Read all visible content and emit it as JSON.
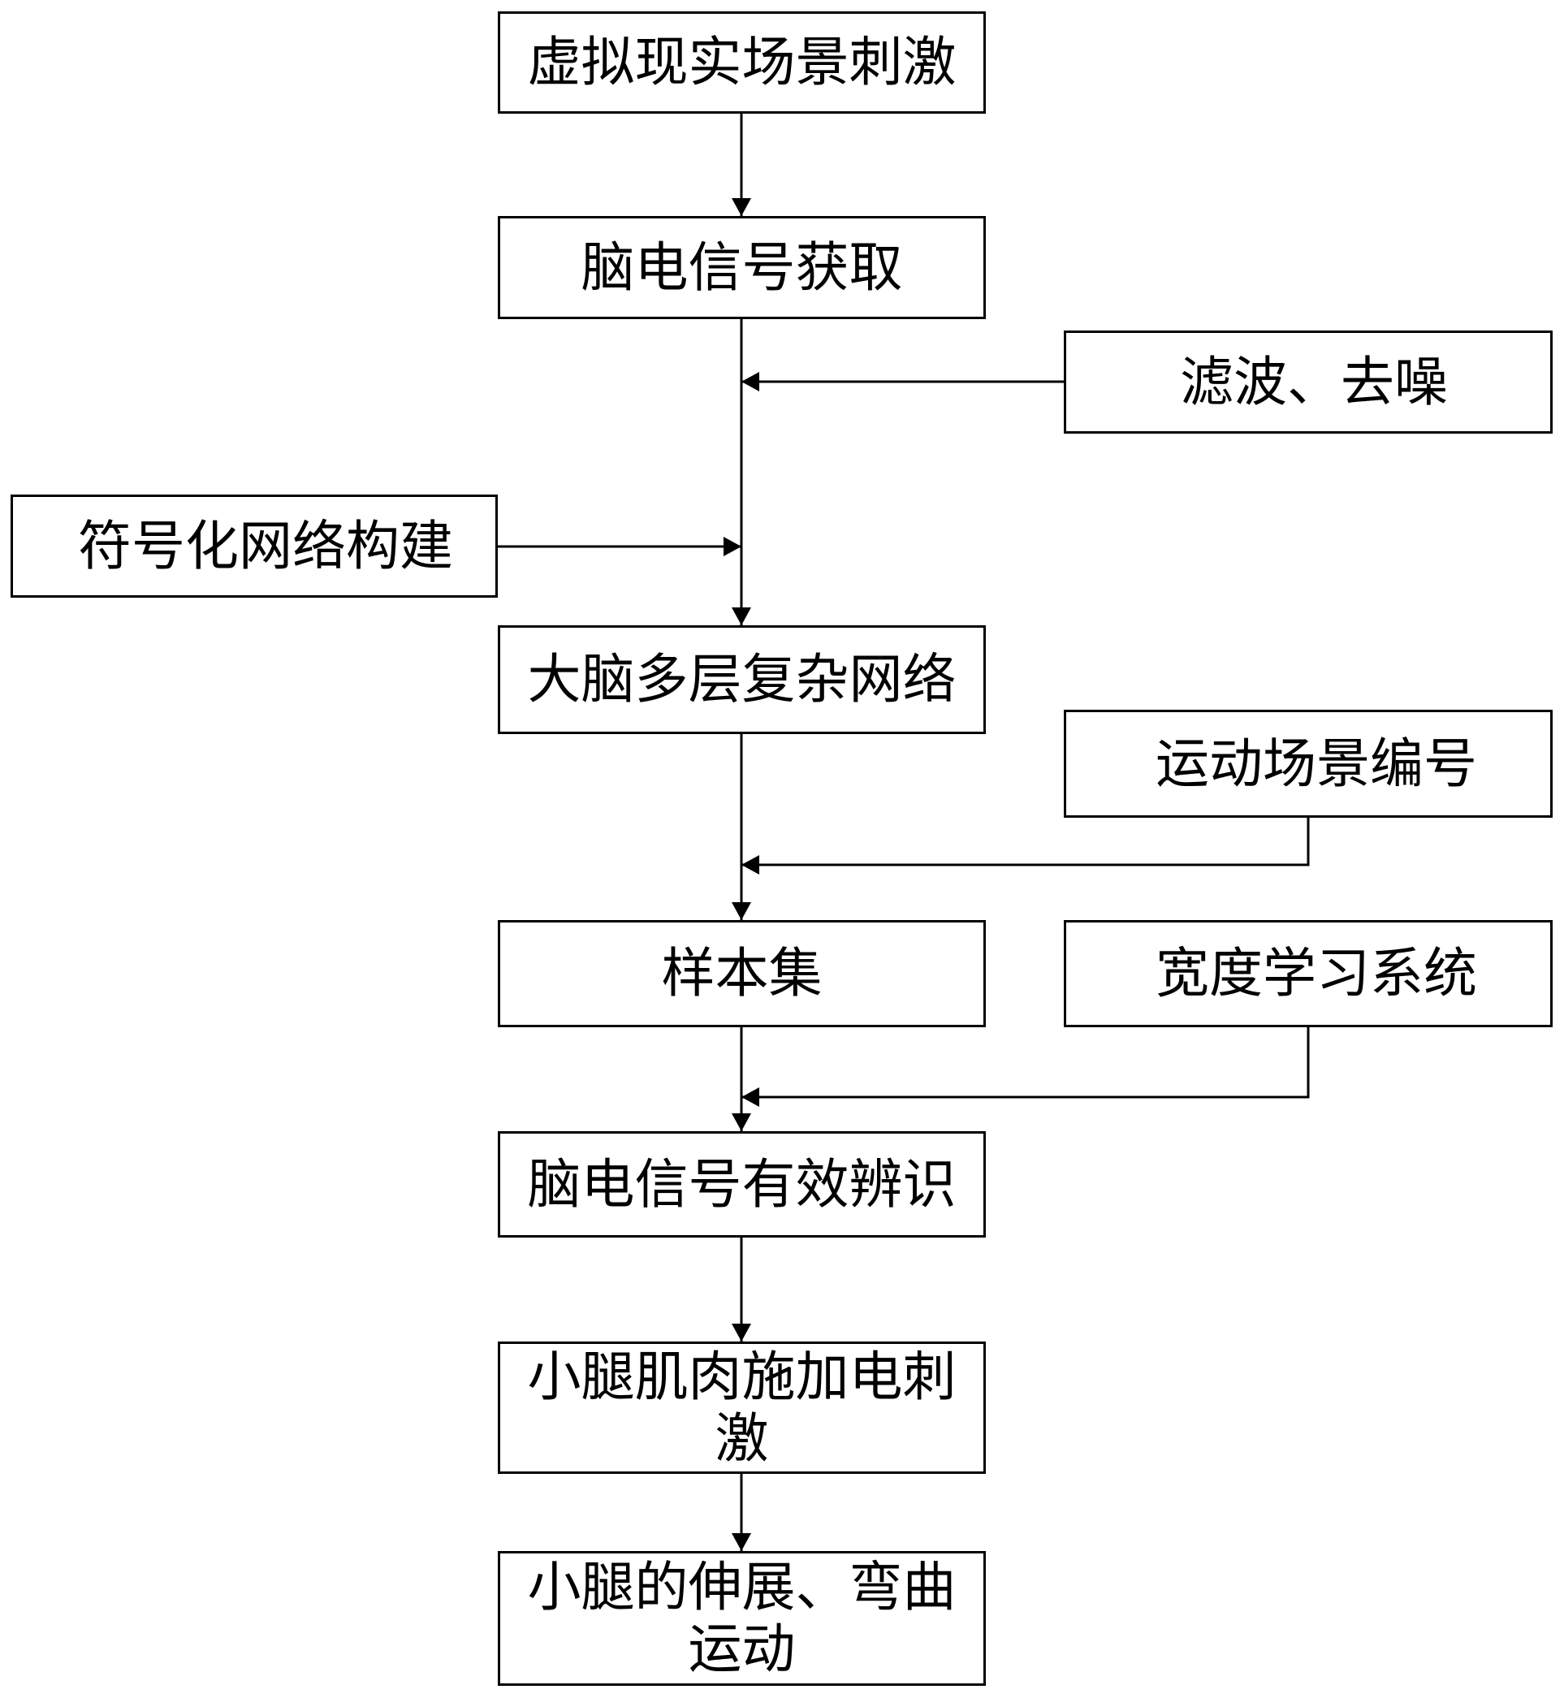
{
  "nodes": {
    "vr_stimulus": "虚拟现实场景刺激",
    "eeg_acquisition": "脑电信号获取",
    "filter_denoise": "滤波、去噪",
    "symbolic_network": "符号化网络构建",
    "brain_network": "大脑多层复杂网络",
    "motion_scene_coding": "运动场景编号",
    "sample_set": "样本集",
    "broad_learning": "宽度学习系统",
    "eeg_recognition": "脑电信号有效辨识",
    "calf_stimulation": "小腿肌肉施加电刺激",
    "calf_motion": "小腿的伸展、弯曲运动"
  },
  "colors": {
    "line": "#000000",
    "background": "#ffffff"
  }
}
